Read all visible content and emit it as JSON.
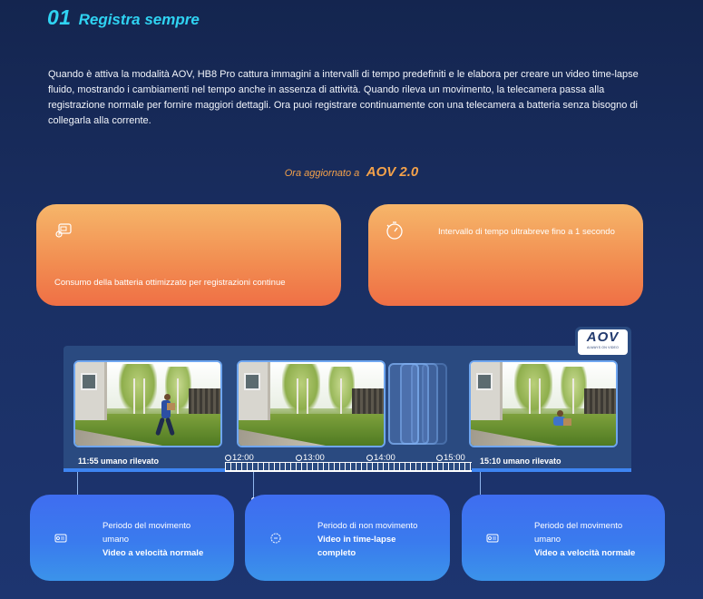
{
  "section": {
    "number": "01",
    "title": "Registra sempre"
  },
  "intro": "Quando è attiva la modalità AOV, HB8 Pro cattura immagini a intervalli di tempo predefiniti e le elabora per creare un video time-lapse fluido, mostrando i cambiamenti nel tempo anche in assenza di attività. Quando rileva un movimento, la telecamera passa alla registrazione normale per fornire maggiori dettagli. Ora puoi registrare continuamente con una telecamera a batteria senza bisogno di collegarla alla corrente.",
  "update": {
    "prefix": "Ora aggiornato a",
    "version": "AOV 2.0"
  },
  "features": [
    {
      "icon": "battery-camera-icon",
      "text": "Consumo della batteria ottimizzato per registrazioni continue"
    },
    {
      "icon": "stopwatch-icon",
      "text": "Intervallo di tempo ultrabreve fino a 1 secondo"
    }
  ],
  "badge": {
    "logo": "AOV",
    "sub": "ALWAYS ON VIDEO"
  },
  "timeline": {
    "start_label": "11:55 umano rilevato",
    "end_label": "15:10 umano rilevato",
    "ticks": [
      "12:00",
      "13:00",
      "14:00",
      "15:00"
    ]
  },
  "periods": [
    {
      "icon": "camera-icon",
      "line1": "Periodo del movimento",
      "line2": "umano",
      "line3": "Video a velocità normale"
    },
    {
      "icon": "timelapse-icon",
      "line1": "Periodo di non movimento",
      "line2": "Video in time-lapse",
      "line3": "completo"
    },
    {
      "icon": "camera-icon",
      "line1": "Periodo del movimento",
      "line2": "umano",
      "line3": "Video a velocità normale"
    }
  ],
  "colors": {
    "accent": "#2fd3f2",
    "orange": "#f4a24a",
    "blue": "#3e85f2"
  }
}
